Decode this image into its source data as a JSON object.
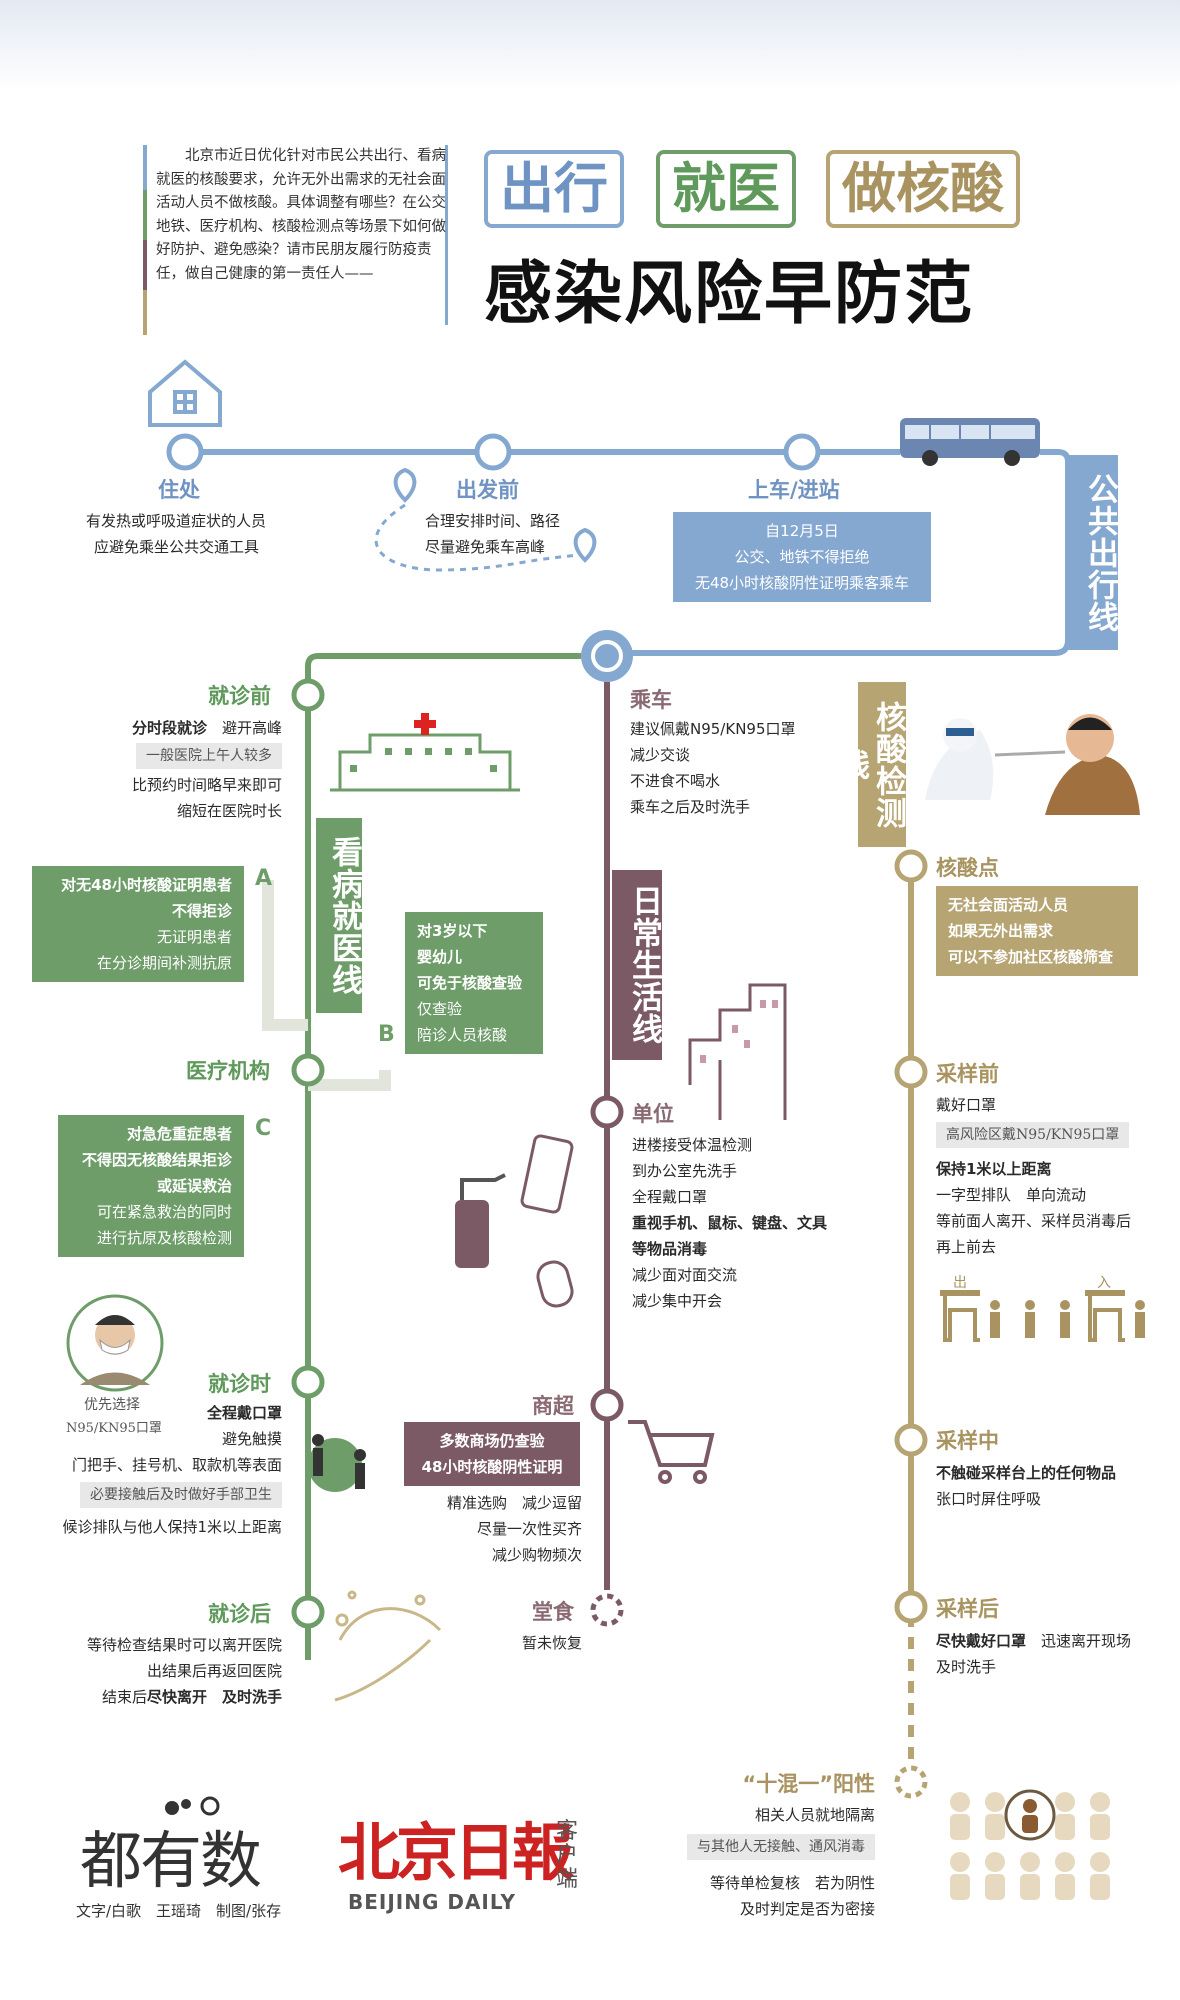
{
  "intro": "北京市近日优化针对市民公共出行、看病就医的核酸要求，允许无外出需求的无社会面活动人员不做核酸。具体调整有哪些？在公交地铁、医疗机构、核酸检测点等场景下如何做好防护、避免感染？请市民朋友履行防疫责任，做自己健康的第一责任人——",
  "title": {
    "tags": [
      "出行",
      "就医",
      "做核酸"
    ],
    "main": "感染风险早防范",
    "tag_colors": [
      "#6f93c2",
      "#5f9a5c",
      "#a99461"
    ]
  },
  "transit": {
    "label": "公共出行线",
    "home": {
      "title": "住处",
      "lines": [
        "有发热或呼吸道症状的人员",
        "应避免乘坐公共交通工具"
      ]
    },
    "depart": {
      "title": "出发前",
      "lines": [
        "合理安排时间、路径",
        "尽量避免乘车高峰"
      ]
    },
    "board": {
      "title": "上车/进站",
      "box": [
        "自12月5日",
        "公交、地铁不得拒绝",
        "无48小时核酸阴性证明乘客乘车"
      ]
    }
  },
  "hospital": {
    "label": "看病就医线",
    "before": {
      "title": "就诊前",
      "line1_bold": "分时段就诊",
      "line1": "避开高峰",
      "pill": "一般医院上午人较多",
      "lines": [
        "比预约时间略早来即可",
        "缩短在医院时长"
      ]
    },
    "a": {
      "letter": "A",
      "lines": [
        "对无48小时核酸证明患者",
        "不得拒诊",
        "无证明患者",
        "在分诊期间补测抗原"
      ]
    },
    "b": {
      "letter": "B",
      "lines": [
        "对3岁以下",
        "婴幼儿",
        "可免于核酸查验",
        "仅查验",
        "陪诊人员核酸"
      ]
    },
    "inst": {
      "title": "医疗机构"
    },
    "c": {
      "letter": "C",
      "lines": [
        "对急危重症患者",
        "不得因无核酸结果拒诊",
        "或延误救治",
        "可在紧急救治的同时",
        "进行抗原及核酸检测"
      ]
    },
    "mask_note": [
      "优先选择",
      "N95/KN95口罩"
    ],
    "during": {
      "title": "就诊时",
      "lines": [
        "全程戴口罩",
        "避免触摸",
        "门把手、挂号机、取款机等表面"
      ],
      "pill": "必要接触后及时做好手部卫生",
      "last": "候诊排队与他人保持1米以上距离",
      "distance": "1米"
    },
    "after": {
      "title": "就诊后",
      "lines": [
        "等待检查结果时可以离开医院",
        "出结果后再返回医院"
      ],
      "last_pre": "结束后",
      "last_bold": "尽快离开　及时洗手"
    }
  },
  "daily": {
    "label": "日常生活线",
    "ride": {
      "title": "乘车",
      "lines": [
        "建议佩戴N95/KN95口罩",
        "减少交谈",
        "不进食不喝水",
        "乘车之后及时洗手"
      ]
    },
    "work": {
      "title": "单位",
      "lines": [
        "进楼接受体温检测",
        "到办公室先洗手",
        "全程戴口罩"
      ],
      "bold": [
        "重视手机、鼠标、键盘、文具",
        "等物品消毒"
      ],
      "tail": [
        "减少面对面交流",
        "减少集中开会"
      ]
    },
    "mall": {
      "title": "商超",
      "box": [
        "多数商场仍查验",
        "48小时核酸阴性证明"
      ],
      "lines": [
        "精准选购　减少逗留",
        "尽量一次性买齐",
        "减少购物频次"
      ]
    },
    "canteen": {
      "title": "堂食",
      "lines": [
        "暂未恢复"
      ]
    }
  },
  "test": {
    "label": "核酸检测线",
    "point": {
      "title": "核酸点",
      "box": [
        "无社会面活动人员",
        "如果无外出需求",
        "可以不参加社区核酸筛查"
      ]
    },
    "before": {
      "title": "采样前",
      "line1": "戴好口罩",
      "pill": "高风险区戴N95/KN95口罩",
      "bold": "保持1米以上距离",
      "lines": [
        "一字型排队　单向流动",
        "等前面人离开、采样员消毒后",
        "再上前去"
      ],
      "door_out": "出",
      "door_in": "入"
    },
    "during": {
      "title": "采样中",
      "bold": "不触碰采样台上的任何物品",
      "lines": [
        "张口时屏住呼吸"
      ]
    },
    "after": {
      "title": "采样后",
      "bold": "尽快戴好口罩",
      "line_rest": "迅速离开现场",
      "lines": [
        "及时洗手"
      ]
    },
    "mixed": {
      "title": "“十混一”阳性",
      "line1": "相关人员就地隔离",
      "pill": "与其他人无接触、通风消毒",
      "lines": [
        "等待单检复核　若为阴性",
        "及时判定是否为密接"
      ]
    }
  },
  "logos": {
    "dudushu": "都有数",
    "bjd": "北京日報",
    "bjd_en": "BEIJING DAILY",
    "client": "客户端",
    "credit": "文字/白歌　王瑶琦　制图/张存"
  },
  "colors": {
    "blue": "#85a8d1",
    "green": "#6e9d6a",
    "mauve": "#7b5a65",
    "gold": "#b6a473"
  }
}
